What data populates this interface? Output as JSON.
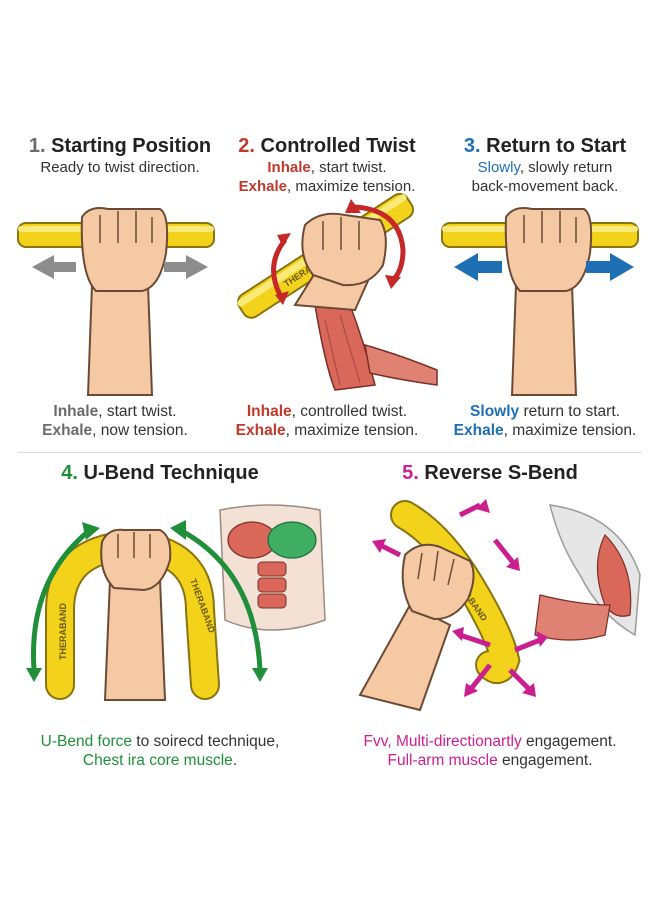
{
  "colors": {
    "step1": "#6b6b6b",
    "step2": "#c0392b",
    "step3": "#1f6fb5",
    "step4": "#1f8f3a",
    "step5": "#cc1f8f",
    "bar_yellow": "#f2d21b",
    "skin": "#f5c9a3",
    "muscle": "#d9675a"
  },
  "panel1": {
    "num": "1.",
    "title": "Starting Position",
    "sub": "Ready to twist direction.",
    "cap1_hl": "Inhale",
    "cap1_rest": ", start twist.",
    "cap2_hl": "Exhale",
    "cap2_rest": ", now tension."
  },
  "panel2": {
    "num": "2.",
    "title": "Controlled Twist",
    "sub1_hl": "Inhale",
    "sub1_rest": ", start twist.",
    "sub2_hl": "Exhale",
    "sub2_rest": ", maximize tension.",
    "cap1_hl": "Inhale",
    "cap1_rest": ", controlled twist.",
    "cap2_hl": "Exhale",
    "cap2_rest": ", maximize tension.",
    "brand": "THERABAND"
  },
  "panel3": {
    "num": "3.",
    "title": "Return to Start",
    "sub1_hl": "Slowly",
    "sub1_rest": ", slowly return",
    "sub2": "back-movement back.",
    "cap1_hl": "Slowly",
    "cap1_rest": " return to start.",
    "cap2_hl": "Exhale",
    "cap2_rest": ", maximize tension."
  },
  "panel4": {
    "num": "4.",
    "title": "U-Bend Technique",
    "brand": "THERABAND",
    "cap1_hl": "U-Bend force",
    "cap1_rest": " to soirecd technique,",
    "cap2_hl": "Chest ira core muscle",
    "cap2_rest": "."
  },
  "panel5": {
    "num": "5.",
    "title": "Reverse S-Bend",
    "brand": "THERABAND",
    "cap1_pre": "Fvv, ",
    "cap1_hl": "Multi-directionartly",
    "cap1_rest": " engagement.",
    "cap2_hl": "Full-arm muscle",
    "cap2_rest": " engagement."
  },
  "icons": [
    "hand-icon",
    "bar-icon",
    "arrow-left-icon",
    "arrow-right-icon",
    "twist-arrow-icon",
    "forearm-muscle-icon",
    "chest-muscle-icon",
    "arm-muscle-icon"
  ]
}
